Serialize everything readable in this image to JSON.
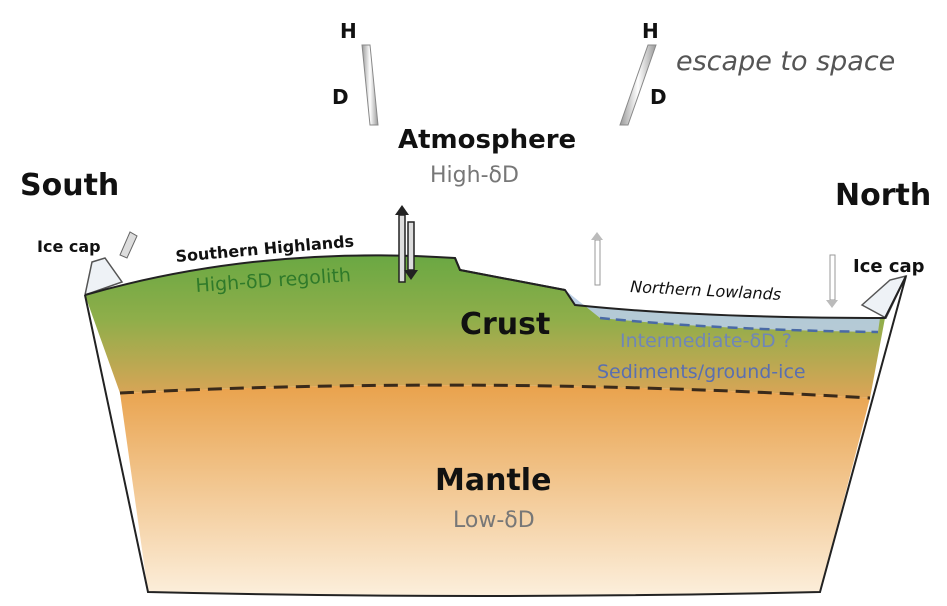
{
  "labels": {
    "south": "South",
    "north": "North",
    "atmosphere": "Atmosphere",
    "atmosphere_sub": "High-δD",
    "escape": "escape to space",
    "h_left": "H",
    "d_left": "D",
    "h_right": "H",
    "d_right": "D",
    "ice_cap_south": "Ice cap",
    "ice_cap_north": "Ice cap",
    "southern_highlands": "Southern Highlands",
    "regolith": "High-δD regolith",
    "crust": "Crust",
    "northern_lowlands": "Northern Lowlands",
    "intermediate": "Intermediate-δD ?",
    "sediments": "Sediments/ground-ice",
    "mantle": "Mantle",
    "mantle_sub": "Low-δD"
  },
  "colors": {
    "crust_green": "#6aa843",
    "crust_orange": "#dca457",
    "mantle_top": "#e9a24c",
    "mantle_bottom": "#fbe3c4",
    "ice_blue": "#b8cde6",
    "sediment_text": "#5a6fb0",
    "regolith_text": "#2f7a2a"
  }
}
